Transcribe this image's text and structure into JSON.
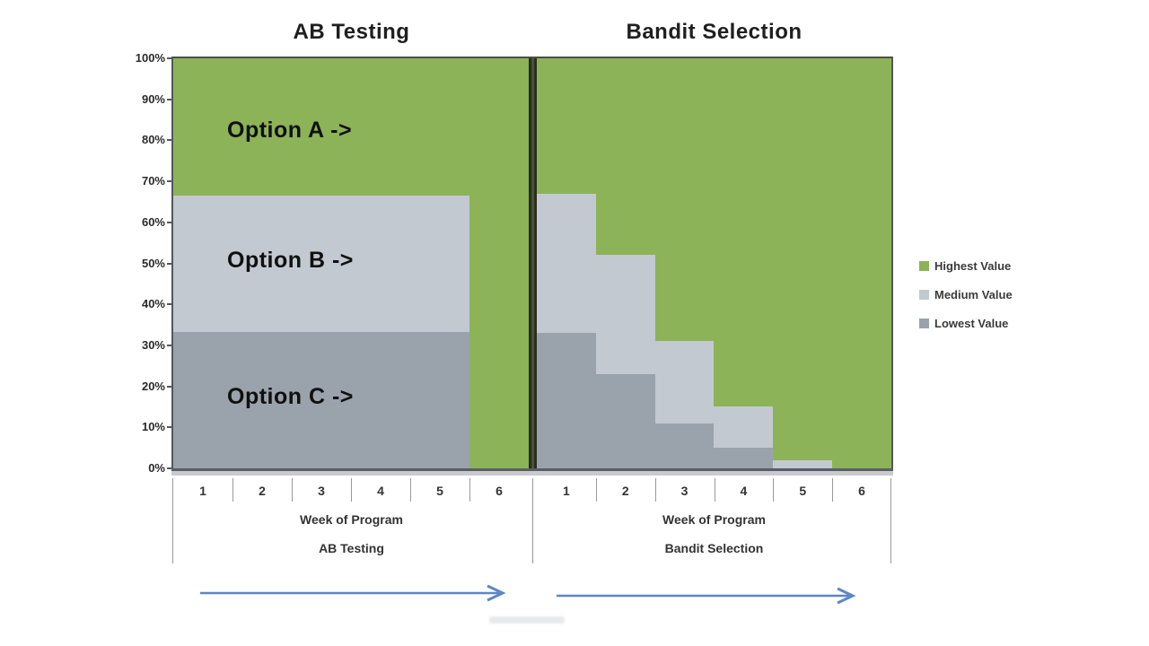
{
  "page": {
    "background": "#ffffff"
  },
  "colors": {
    "highest": "#8cb357",
    "medium": "#c3c9d0",
    "lowest": "#9aa2ab",
    "divider": "#2f3722",
    "axis": "#53575c",
    "arrow": "#5d86c3",
    "title_text": "#1f1f1f"
  },
  "legend": {
    "items": [
      {
        "label": "Highest Value",
        "color_key": "highest"
      },
      {
        "label": "Medium Value",
        "color_key": "medium"
      },
      {
        "label": "Lowest Value",
        "color_key": "lowest"
      }
    ]
  },
  "chart_data": [
    {
      "type": "area",
      "title": "AB Testing",
      "x_axis_label": "Week of Program",
      "group_label": "AB Testing",
      "categories": [
        "1",
        "2",
        "3",
        "4",
        "5",
        "6"
      ],
      "y_ticks": [
        "100%",
        "90%",
        "80%",
        "70%",
        "60%",
        "50%",
        "40%",
        "30%",
        "20%",
        "10%",
        "0%"
      ],
      "ylim": [
        0,
        100
      ],
      "grid": false,
      "legend_position": "right",
      "series": [
        {
          "name": "Lowest Value",
          "color_key": "lowest",
          "values": [
            33.3,
            33.3,
            33.3,
            33.3,
            33.3,
            0
          ]
        },
        {
          "name": "Medium Value",
          "color_key": "medium",
          "values": [
            33.3,
            33.3,
            33.3,
            33.3,
            33.3,
            0
          ]
        },
        {
          "name": "Highest Value",
          "color_key": "highest",
          "values": [
            33.4,
            33.4,
            33.4,
            33.4,
            33.4,
            100
          ]
        }
      ],
      "annotations": [
        {
          "text": "Option A ->",
          "region": "highest"
        },
        {
          "text": "Option B ->",
          "region": "medium"
        },
        {
          "text": "Option C ->",
          "region": "lowest"
        }
      ]
    },
    {
      "type": "area",
      "title": "Bandit Selection",
      "x_axis_label": "Week of Program",
      "group_label": "Bandit Selection",
      "categories": [
        "1",
        "2",
        "3",
        "4",
        "5",
        "6"
      ],
      "y_ticks": [
        "100%",
        "90%",
        "80%",
        "70%",
        "60%",
        "50%",
        "40%",
        "30%",
        "20%",
        "10%",
        "0%"
      ],
      "ylim": [
        0,
        100
      ],
      "grid": false,
      "legend_position": "right",
      "series": [
        {
          "name": "Lowest Value",
          "color_key": "lowest",
          "values": [
            33,
            23,
            11,
            5,
            0,
            0
          ]
        },
        {
          "name": "Medium Value",
          "color_key": "medium",
          "values": [
            34,
            29,
            20,
            10,
            2,
            0
          ]
        },
        {
          "name": "Highest Value",
          "color_key": "highest",
          "values": [
            33,
            48,
            69,
            85,
            98,
            100
          ]
        }
      ],
      "annotations": []
    }
  ]
}
